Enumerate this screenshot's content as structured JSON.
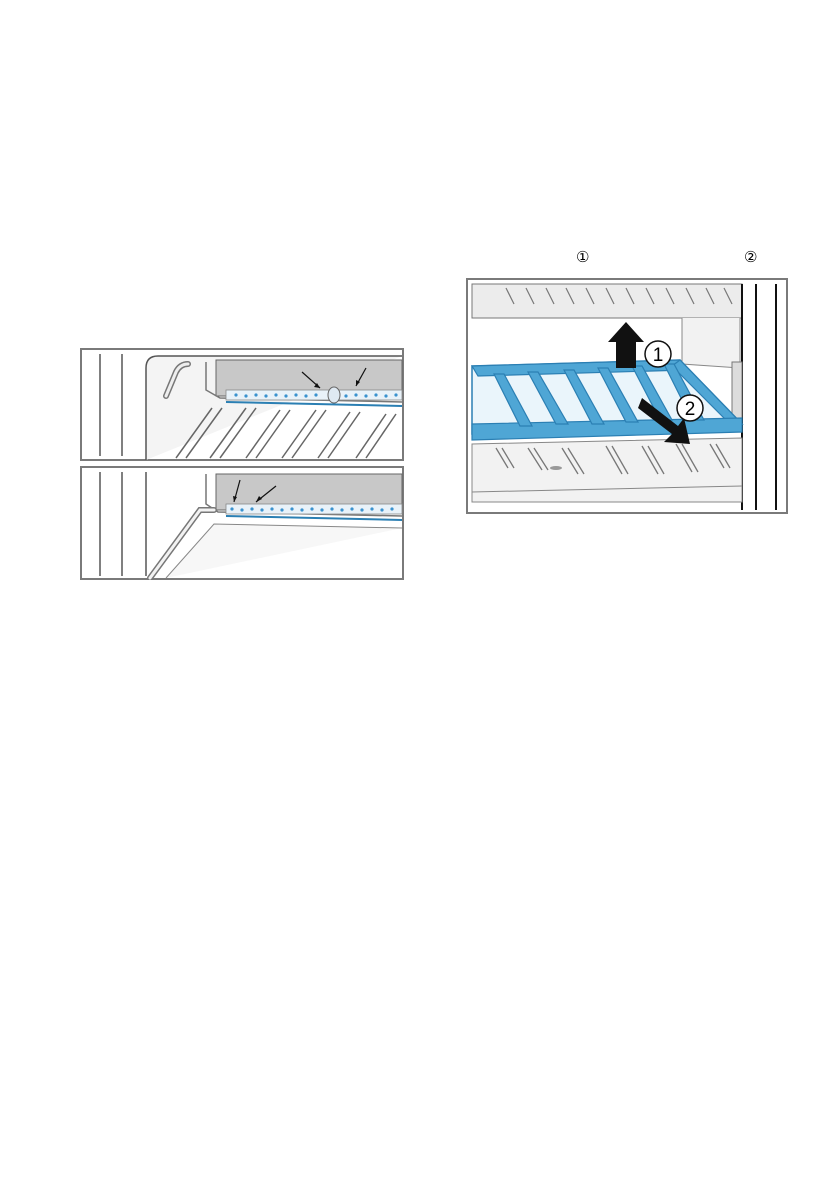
{
  "callouts": {
    "one": "①",
    "two": "②"
  },
  "figure_shelf": {
    "step_badges": [
      "1",
      "2"
    ]
  },
  "colors": {
    "frame": "#7a7a7a",
    "shelf_blue": "#4fa6d5",
    "shelf_blue_dark": "#2b7fb3",
    "water_drop": "#3a92cf",
    "arrow": "#111111"
  }
}
